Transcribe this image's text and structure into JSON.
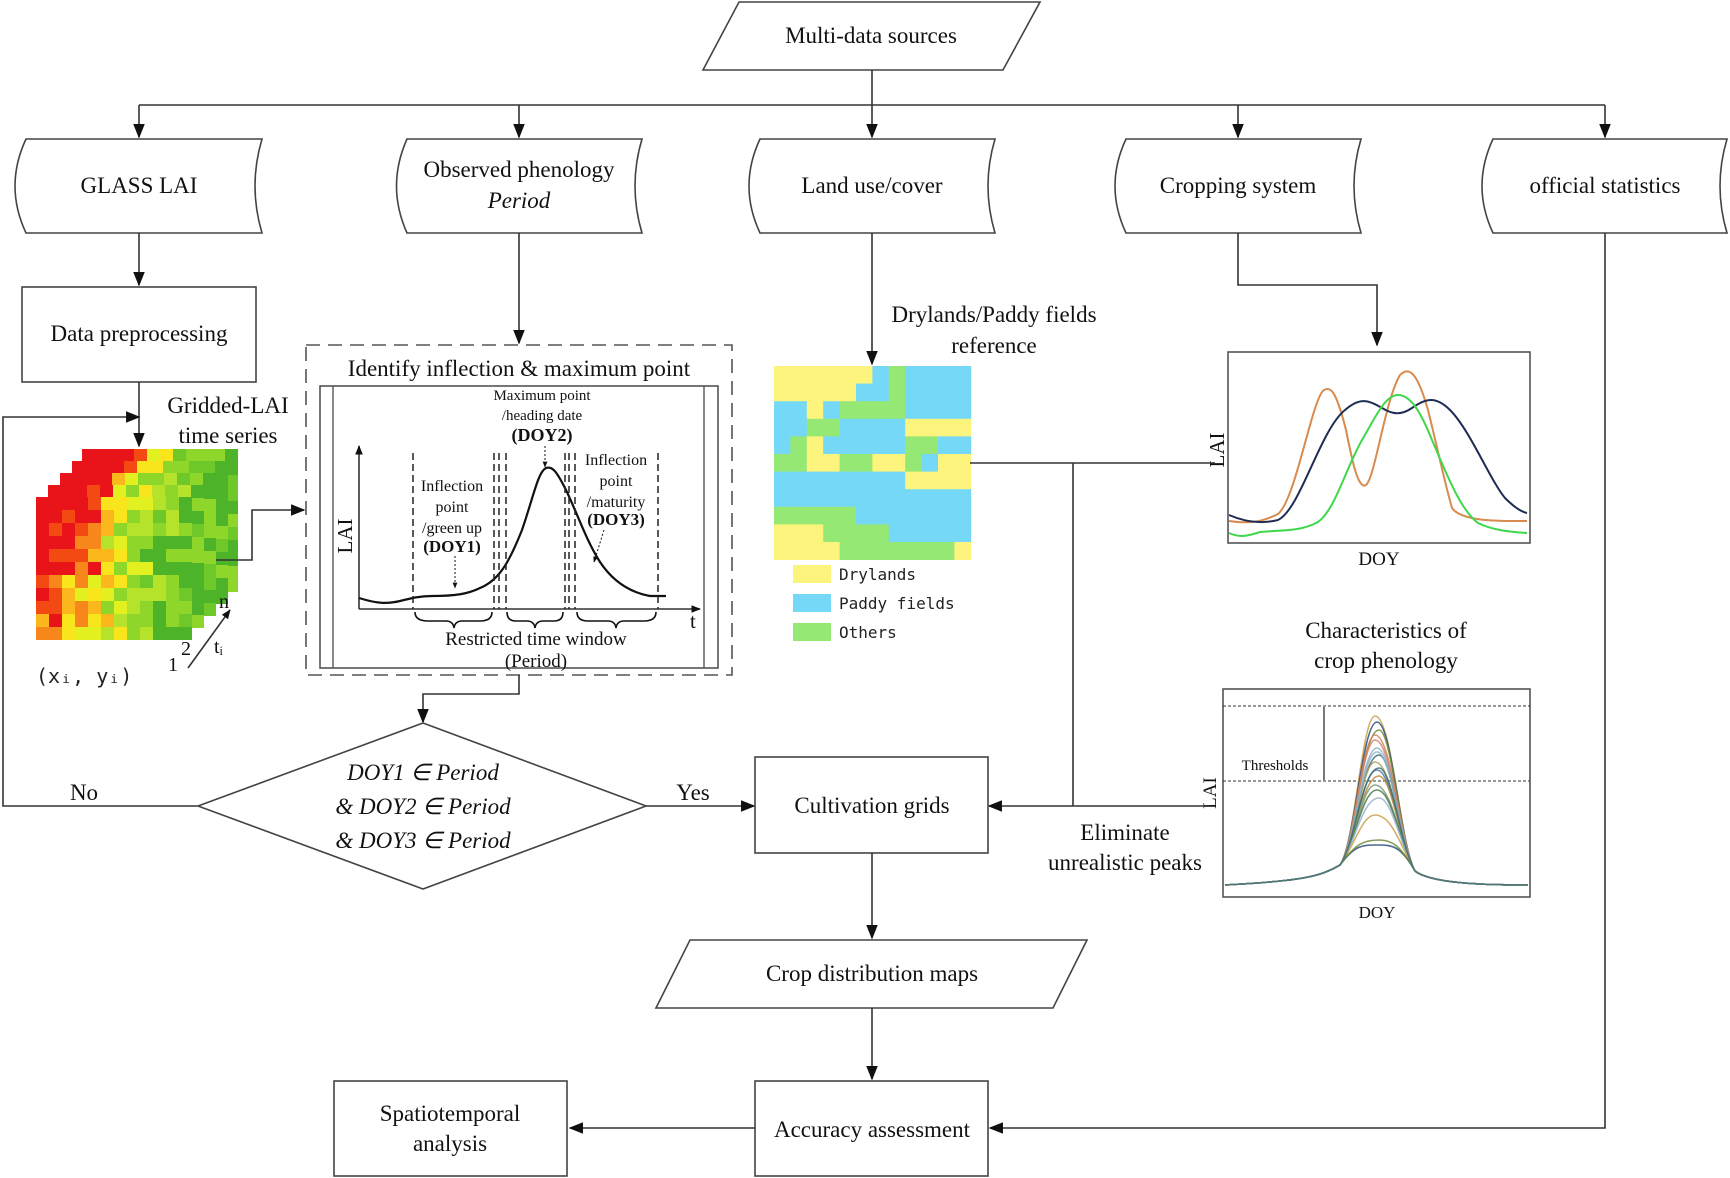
{
  "nodes": {
    "multi_data_sources": "Multi-data sources",
    "glass_lai": "GLASS LAI",
    "observed_phenology": "Observed phenology",
    "observed_phenology_sub": "Period",
    "land_use": "Land use/cover",
    "cropping_system": "Cropping system",
    "official_statistics": "official statistics",
    "data_preprocessing": "Data preprocessing",
    "cultivation_grids": "Cultivation grids",
    "crop_distribution_maps": "Crop distribution maps",
    "accuracy_assessment": "Accuracy assessment",
    "spatiotemporal_1": "Spatiotemporal",
    "spatiotemporal_2": "analysis"
  },
  "decision": {
    "line1": "DOY1 ∈ Period",
    "line2": "& DOY2 ∈ Period",
    "line3": "& DOY3 ∈ Period",
    "no_label": "No",
    "yes_label": "Yes"
  },
  "gridded_lai": {
    "label1": "Gridded-LAI",
    "label2": "time series",
    "coord_label": "(xᵢ, yᵢ)",
    "axis_1": "1",
    "axis_2": "2",
    "axis_n": "n",
    "axis_t": "tᵢ"
  },
  "inflection_panel": {
    "title": "Identify inflection & maximum point",
    "y_label": "LAI",
    "x_label": "t",
    "max_1": "Maximum point",
    "max_2": "/heading date",
    "max_3": "(DOY2)",
    "inf1_1": "Inflection",
    "inf1_2": "point",
    "inf1_3": "/green up",
    "inf1_4": "(DOY1)",
    "inf3_1": "Inflection",
    "inf3_2": "point",
    "inf3_3": "/maturity",
    "inf3_4": "(DOY3)",
    "window_1": "Restricted time window",
    "window_2": "(Period)"
  },
  "landuse_map": {
    "caption1": "Drylands/Paddy fields",
    "caption2": "reference",
    "legend": [
      {
        "label": "Drylands",
        "color": "#fcf47c"
      },
      {
        "label": "Paddy fields",
        "color": "#74d8f6"
      },
      {
        "label": "Others",
        "color": "#96e874"
      }
    ]
  },
  "cropping_chart": {
    "x_label": "DOY",
    "y_label": "LAI",
    "series_colors": [
      "#d98a4e",
      "#1f2d55",
      "#3fd84a"
    ]
  },
  "phenology_chart": {
    "title1": "Characteristics of",
    "title2": "crop phenology",
    "threshold_label": "Thresholds",
    "x_label": "DOY",
    "y_label": "LAI"
  },
  "eliminate": {
    "line1": "Eliminate",
    "line2": "unrealistic peaks"
  }
}
